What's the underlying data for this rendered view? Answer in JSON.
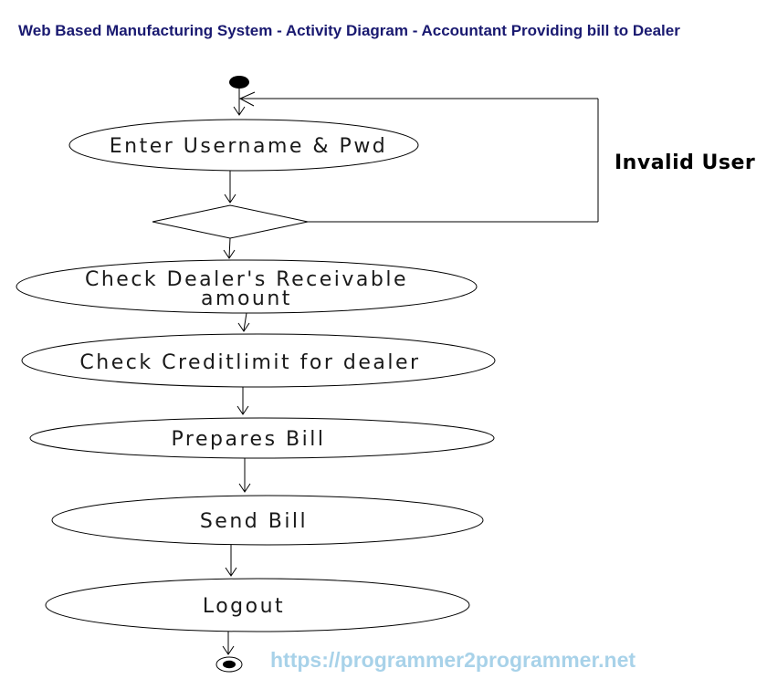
{
  "page": {
    "title": "Web Based Manufacturing System - Activity Diagram - Accountant Providing bill to Dealer",
    "watermark": "https://programmer2programmer.net"
  },
  "colors": {
    "title": "#191970",
    "watermark": "#a8d2e9",
    "stroke": "#000000"
  },
  "diagram": {
    "type": "uml-activity-diagram",
    "nodes": [
      {
        "id": "start",
        "kind": "initial-node",
        "label": ""
      },
      {
        "id": "enter-username-pwd",
        "kind": "action",
        "label": "Enter Username & Pwd"
      },
      {
        "id": "login-decision",
        "kind": "decision",
        "label": ""
      },
      {
        "id": "check-receivable",
        "kind": "action",
        "label": "Check Dealer's Receivable amount",
        "lines": [
          "Check Dealer's Receivable",
          "amount"
        ]
      },
      {
        "id": "check-creditlimit",
        "kind": "action",
        "label": "Check Creditlimit for dealer"
      },
      {
        "id": "prepares-bill",
        "kind": "action",
        "label": "Prepares Bill"
      },
      {
        "id": "send-bill",
        "kind": "action",
        "label": "Send Bill"
      },
      {
        "id": "logout",
        "kind": "action",
        "label": "Logout"
      },
      {
        "id": "end",
        "kind": "final-node",
        "label": ""
      }
    ],
    "edges": [
      {
        "from": "start",
        "to": "enter-username-pwd",
        "label": ""
      },
      {
        "from": "enter-username-pwd",
        "to": "login-decision",
        "label": ""
      },
      {
        "from": "login-decision",
        "to": "enter-username-pwd",
        "label": "Invalid User"
      },
      {
        "from": "login-decision",
        "to": "check-receivable",
        "label": ""
      },
      {
        "from": "check-receivable",
        "to": "check-creditlimit",
        "label": ""
      },
      {
        "from": "check-creditlimit",
        "to": "prepares-bill",
        "label": ""
      },
      {
        "from": "prepares-bill",
        "to": "send-bill",
        "label": ""
      },
      {
        "from": "send-bill",
        "to": "logout",
        "label": ""
      },
      {
        "from": "logout",
        "to": "end",
        "label": ""
      }
    ]
  }
}
